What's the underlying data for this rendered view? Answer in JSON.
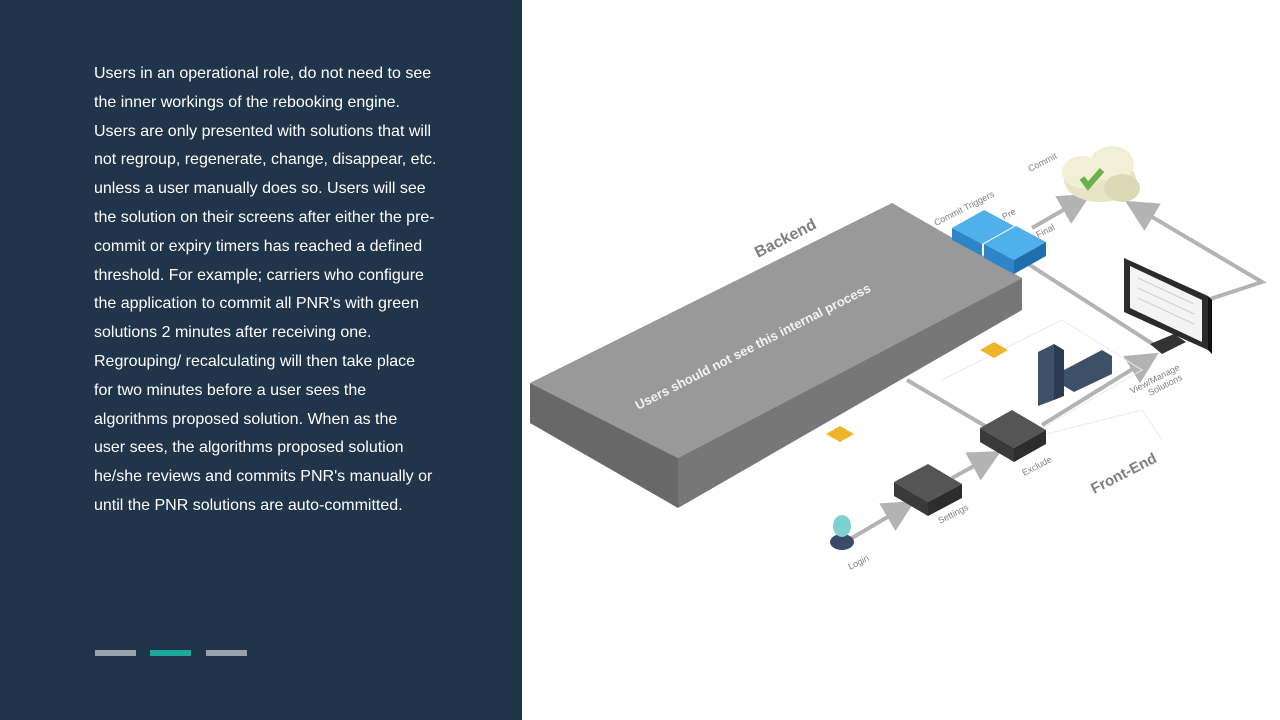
{
  "slide": {
    "body_lines": [
      "Users in an operational role, do not need to see",
      "the inner workings of the rebooking engine.",
      "Users are only presented with solutions that will",
      "not regroup, regenerate, change, disappear, etc.",
      "unless a user manually does so.  Users will see",
      "the solution on their screens after either the pre-",
      "commit or expiry timers has reached a defined",
      "threshold.  For example; carriers who configure",
      "the application to commit all PNR's with green",
      "solutions 2 minutes after receiving one.",
      "Regrouping/ recalculating will then take place",
      "for two minutes before a user sees the",
      "algorithms proposed solution.  When as the",
      "user sees, the algorithms proposed solution",
      "he/she reviews and commits PNR's manually or",
      "until the PNR solutions are auto-committed."
    ],
    "pager": {
      "count": 3,
      "active_index": 1,
      "active_color": "#1aa99a",
      "inactive_color": "#9aa3ad"
    }
  },
  "diagram": {
    "backend_label": "Backend",
    "backend_note": "Users should not see this internal process",
    "commit_triggers_label": "Commit Triggers",
    "pre_label": "Pre",
    "final_label": "Final",
    "commit_label": "Commit",
    "view_manage_label": "View/Manage",
    "solutions_label": "Solutions",
    "frontend_label": "Front-End",
    "exclude_label": "Exclude",
    "settings_label": "Settings",
    "login_label": "Login"
  },
  "colors": {
    "panel_bg": "#20354a",
    "box_top": "#999999",
    "box_front": "#666666",
    "trigger_blue": "#3aa0e0",
    "cloud_check": "#6ab04c"
  }
}
